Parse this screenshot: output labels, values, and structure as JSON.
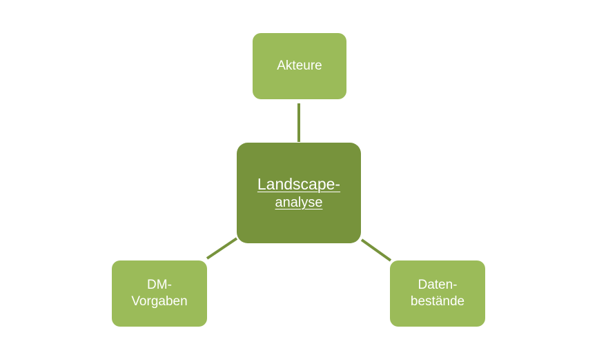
{
  "colors": {
    "leaf_fill": "#9bbb59",
    "center_fill": "#77933c",
    "connector": "#77933c",
    "text": "#ffffff"
  },
  "diagram": {
    "center": {
      "line1": "Landscape-",
      "line2": "analyse"
    },
    "top": {
      "line1": "Akteure"
    },
    "bottom_left": {
      "line1": "DM-",
      "line2": "Vorgaben"
    },
    "bottom_right": {
      "line1": "Daten-",
      "line2": "bestände"
    }
  }
}
